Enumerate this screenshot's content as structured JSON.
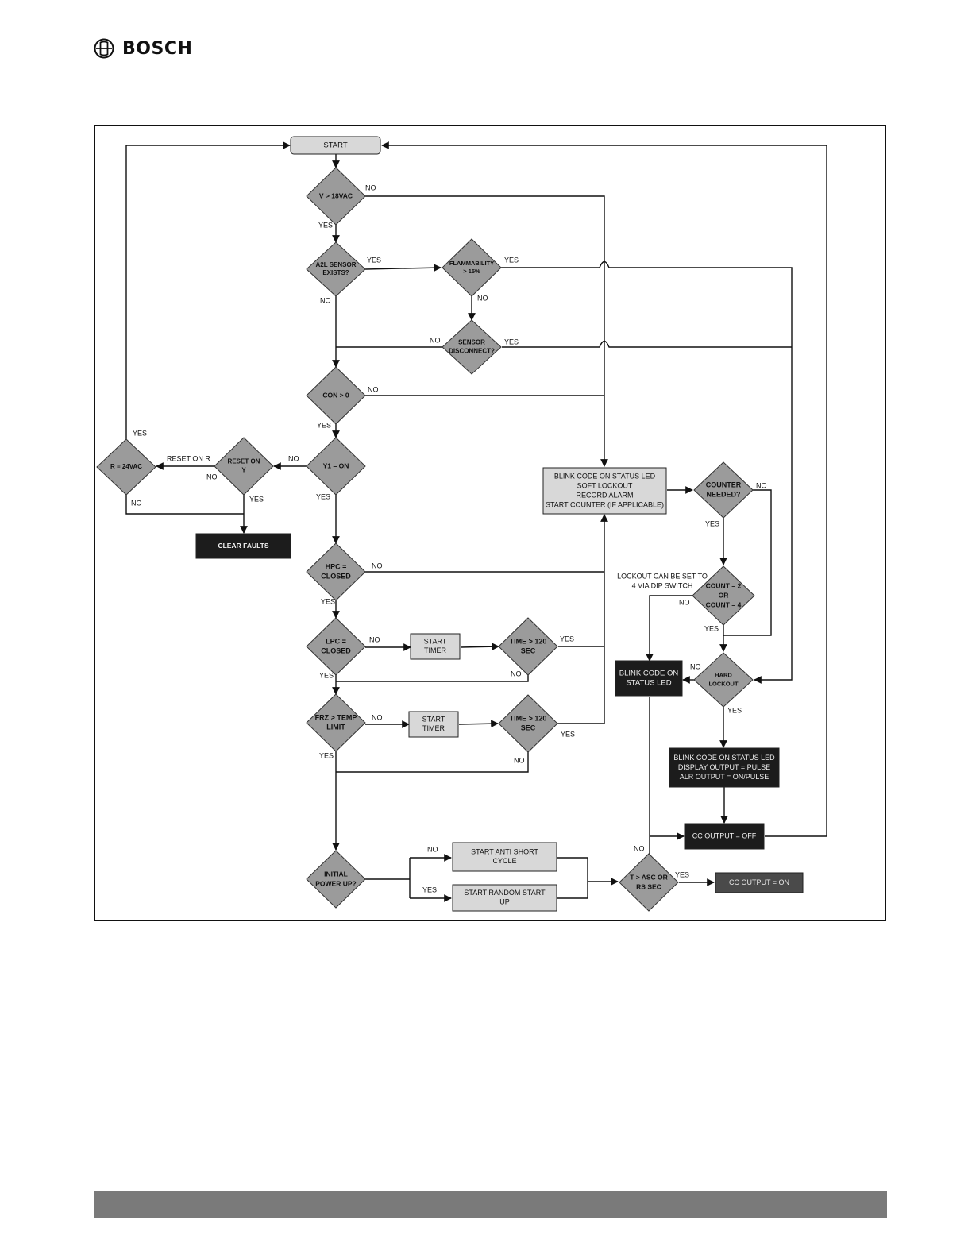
{
  "brand": {
    "name": "BOSCH"
  },
  "colors": {
    "diamond": "#9b9b9b",
    "box_light": "#d8d8d8",
    "box_dark": "#1c1c1c",
    "box_medium": "#4a4a4a",
    "line": "#111111",
    "footer": "#7a7a7a"
  },
  "diagram": {
    "start": "START",
    "v_gt_18vac": "V > 18VAC",
    "a2l_1": "A2L SENSOR",
    "a2l_2": "EXISTS?",
    "flam_1": "FLAMMABILITY",
    "flam_2": "> 15%",
    "sensor_1": "SENSOR",
    "sensor_2": "DISCONNECT?",
    "con": "CON > 0",
    "y1": "Y1 = ON",
    "reset_1": "RESET ON",
    "reset_2": "Y",
    "r24": "R = 24VAC",
    "clear_faults": "CLEAR FAULTS",
    "hpc_1": "HPC =",
    "hpc_2": "CLOSED",
    "lpc_1": "LPC =",
    "lpc_2": "CLOSED",
    "frz_1": "FRZ > TEMP",
    "frz_2": "LIMIT",
    "start_timer_1": "START",
    "start_timer_2": "TIMER",
    "time_1": "TIME > 120",
    "time_2": "SEC",
    "initial_1": "INITIAL",
    "initial_2": "POWER UP?",
    "asc_1": "START ANTI SHORT",
    "asc_2": "CYCLE",
    "rs_1": "START RANDOM START",
    "rs_2": "UP",
    "t_1": "T > ASC OR",
    "t_2": "RS SEC",
    "cc_on": "CC OUTPUT = ON",
    "cc_off": "CC OUTPUT = OFF",
    "soft_1": "BLINK CODE ON STATUS LED",
    "soft_2": "SOFT LOCKOUT",
    "soft_3": "RECORD ALARM",
    "soft_4": "START COUNTER (IF APPLICABLE)",
    "counter_1": "COUNTER",
    "counter_2": "NEEDED?",
    "count_1": "COUNT = 2",
    "count_2": "OR",
    "count_3": "COUNT = 4",
    "lockout_note_1": "LOCKOUT CAN BE SET TO",
    "lockout_note_2": "4 VIA DIP SWITCH",
    "hard_1": "HARD",
    "hard_2": "LOCKOUT",
    "blink_led_1": "BLINK CODE ON",
    "blink_led_2": "STATUS LED",
    "hard_out_1": "BLINK CODE ON STATUS LED",
    "hard_out_2": "DISPLAY OUTPUT = PULSE",
    "hard_out_3": "ALR OUTPUT = ON/PULSE",
    "reset_on_r": "RESET ON R",
    "yes": "YES",
    "no": "NO"
  }
}
